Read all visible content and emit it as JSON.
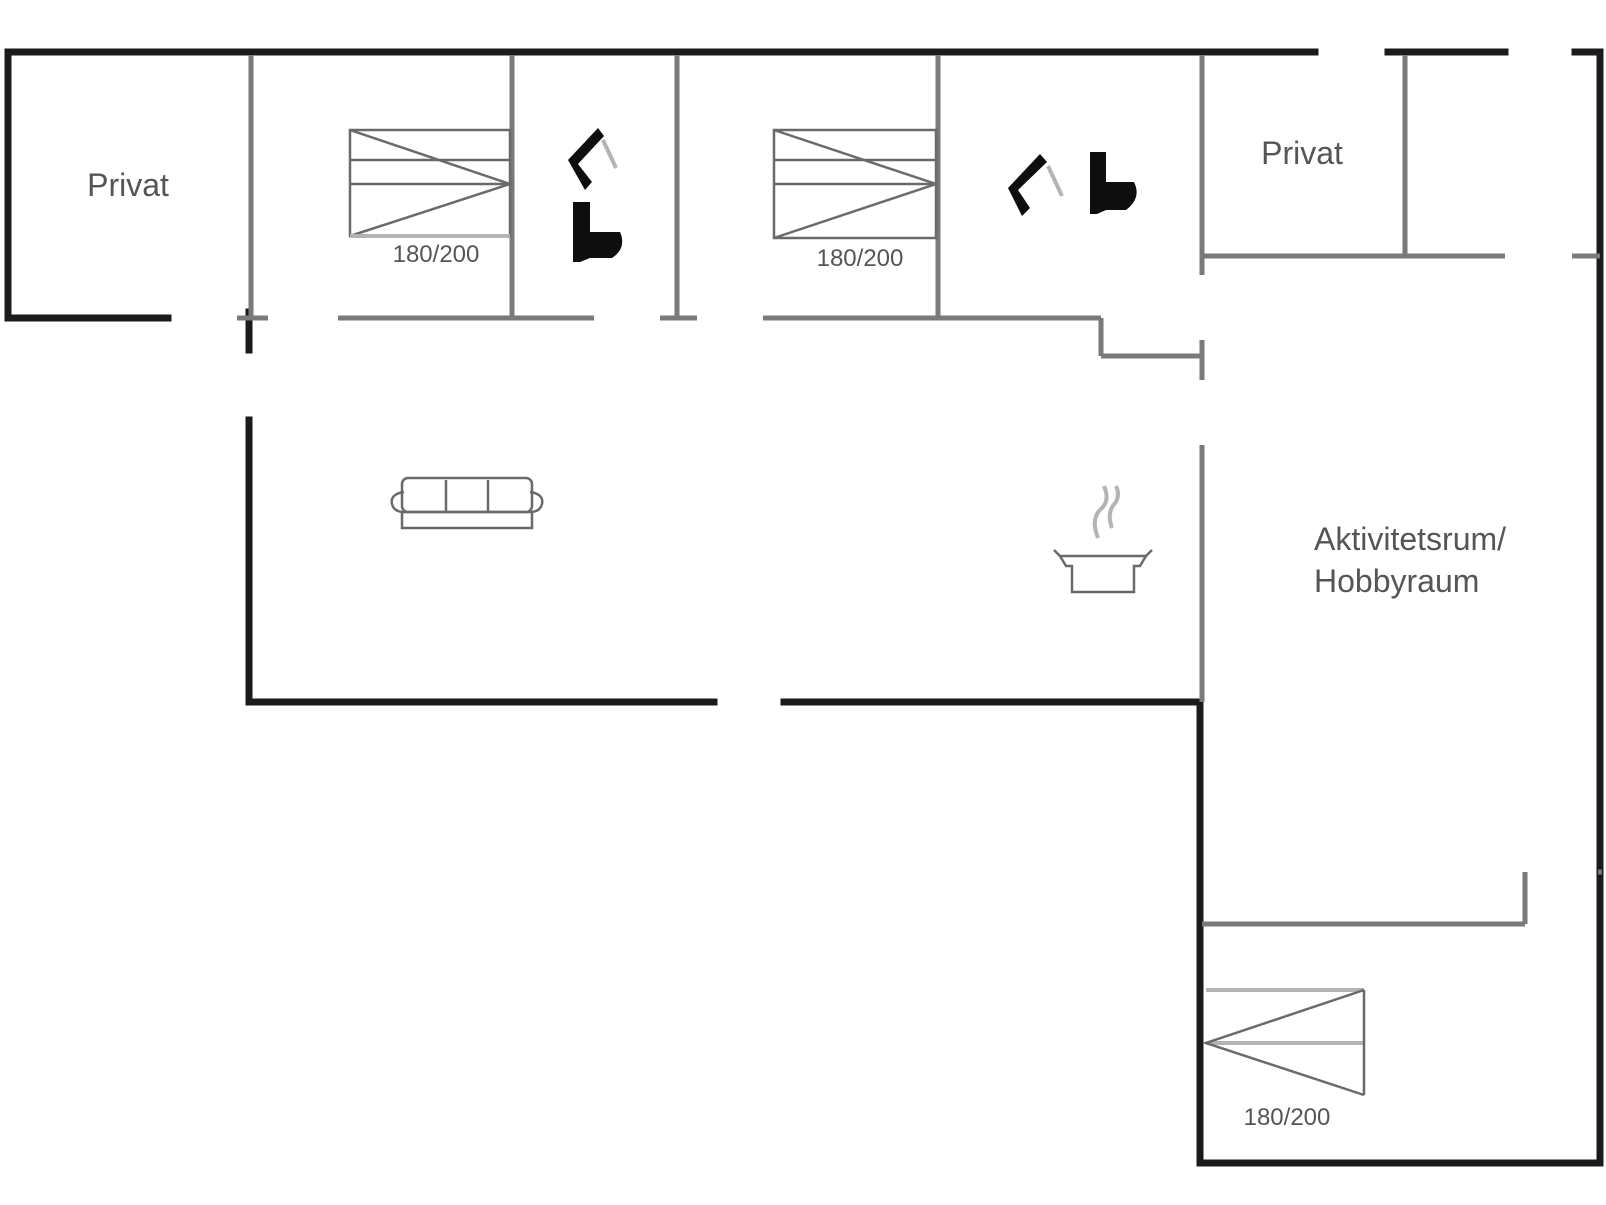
{
  "rooms": {
    "privat_left": "Privat",
    "privat_right": "Privat",
    "activity_line1": "Aktivitetsrum/",
    "activity_line2": "Hobbyraum"
  },
  "beds": {
    "bed_1": "180/200",
    "bed_2": "180/200",
    "bed_3": "180/200"
  }
}
